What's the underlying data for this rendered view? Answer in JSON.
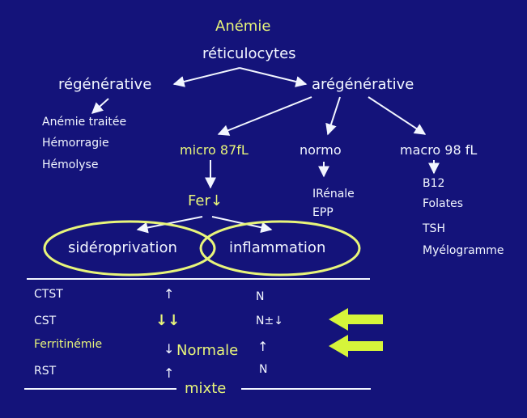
{
  "colors": {
    "background": "#14137a",
    "text_white": "#f2f6ff",
    "text_yellow": "#e8f57a",
    "arrow_fill": "#d6f53a"
  },
  "title": "Anémie",
  "subtitle": "réticulocytes",
  "branches": {
    "regenerative": {
      "label": "régénérative",
      "causes": [
        "Anémie traitée",
        "Hémorragie",
        "Hémolyse"
      ]
    },
    "aregenerative": {
      "label": "arégénérative"
    }
  },
  "subtypes": {
    "micro": {
      "label": "micro 87fL",
      "next": "Fer↓"
    },
    "normo": {
      "label": "normo",
      "causes": [
        "IRénale",
        "EPP"
      ]
    },
    "macro": {
      "label": "macro 98 fL",
      "causes": [
        "B12",
        "Folates",
        "TSH",
        "Myélogramme"
      ]
    }
  },
  "ellipses": {
    "left": "sidéroprivation",
    "right": "inflammation"
  },
  "table": {
    "rows": [
      {
        "name": "CTST",
        "siderop": "↑",
        "inflam": "N"
      },
      {
        "name": "CST",
        "siderop": "↓↓",
        "inflam": "N±↓"
      },
      {
        "name": "Ferritinémie",
        "siderop": "↓",
        "inflam": "↑"
      },
      {
        "name": "RST",
        "siderop": "↑",
        "inflam": "N"
      }
    ],
    "normale_label": "Normale",
    "mixte_label": "mixte"
  }
}
